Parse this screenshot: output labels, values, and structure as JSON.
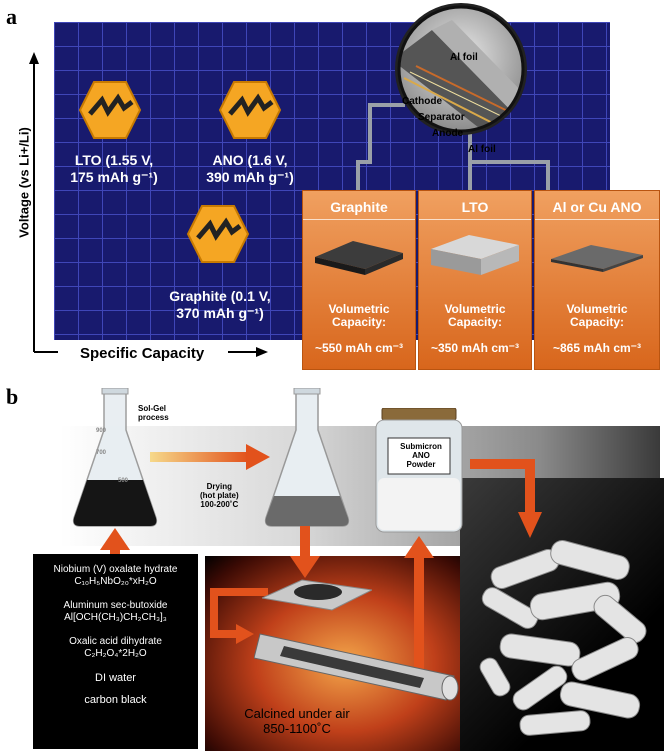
{
  "panel_a": {
    "label": "a",
    "y_axis_label": "Voltage (vs Li+/Li)",
    "x_axis_label": "Specific Capacity",
    "materials": [
      {
        "line1": "LTO (1.55 V,",
        "line2": "175 mAh g⁻¹)"
      },
      {
        "line1": "ANO (1.6 V,",
        "line2": "390 mAh g⁻¹)"
      },
      {
        "line1": "Graphite (0.1 V,",
        "line2": "370 mAh g⁻¹)"
      }
    ],
    "cell_layers": {
      "al_foil_top": "Al foil",
      "cathode": "Cathode",
      "separator": "Separator",
      "anode": "Anode",
      "al_foil_bottom": "Al foil"
    },
    "cards": [
      {
        "title": "Graphite",
        "cap_line1": "Volumetric",
        "cap_line2": "Capacity:",
        "value": "~550 mAh cm⁻³"
      },
      {
        "title": "LTO",
        "cap_line1": "Volumetric",
        "cap_line2": "Capacity:",
        "value": "~350 mAh cm⁻³"
      },
      {
        "title": "Al or Cu ANO",
        "cap_line1": "Volumetric",
        "cap_line2": "Capacity:",
        "value": "~865 mAh cm⁻³"
      }
    ],
    "colors": {
      "grid_bg": "#181a6e",
      "grid_line": "#3f46b8",
      "card": "#e27a34",
      "icon": "#f5a623"
    }
  },
  "panel_b": {
    "label": "b",
    "solgel": {
      "line1": "Sol-Gel",
      "line2": "process"
    },
    "drying": {
      "line1": "Drying",
      "line2": "(hot plate)",
      "line3": "100-200˚C"
    },
    "jar": {
      "line1": "Submicron",
      "line2": "ANO",
      "line3": "Powder"
    },
    "precursors": [
      "Niobium (V) oxalate hydrate",
      "C₁₀H₅NbO₂₀*xH₂O",
      "Aluminum sec-butoxide",
      "Al[OCH(CH₃)CH₂CH₃]₃",
      "Oxalic acid dihydrate",
      "C₂H₂O₄*2H₂O",
      "DI water",
      "carbon black"
    ],
    "calcined": {
      "line1": "Calcined under air",
      "line2": "850-1100˚C"
    },
    "flask_marks": [
      "900",
      "700",
      "500"
    ]
  }
}
